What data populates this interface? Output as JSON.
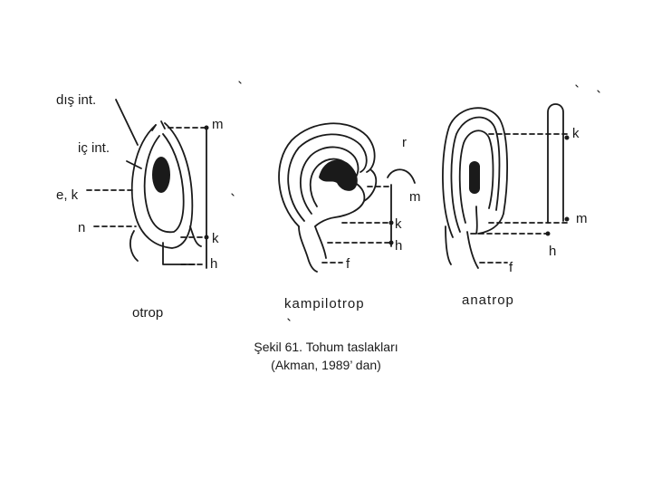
{
  "figure": {
    "ortotrop": {
      "labels": {
        "dis_int": "dış int.",
        "ic_int": "iç int.",
        "e_k": "e, k",
        "n": "n",
        "m": "m",
        "k": "k",
        "h": "h"
      },
      "title": "otrop"
    },
    "kampilotrop": {
      "labels": {
        "r": "r",
        "m": "m",
        "k": "k",
        "h": "h",
        "f": "f"
      },
      "title": "kampilotrop"
    },
    "anatrop": {
      "labels": {
        "k": "k",
        "m": "m",
        "h": "h",
        "f": "f"
      },
      "title": "anatrop"
    }
  },
  "caption": {
    "line1": "Şekil 61. Tohum taslakları",
    "line2": "(Akman, 1989’ dan)"
  },
  "colors": {
    "ink": "#1a1a1a",
    "background": "#ffffff"
  }
}
